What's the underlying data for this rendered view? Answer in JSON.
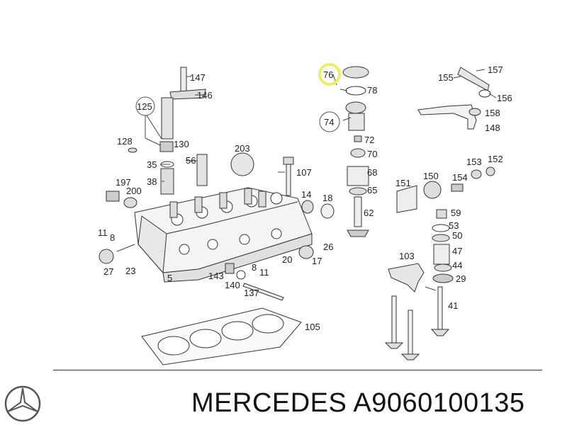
{
  "footer": {
    "brand": "MERCEDES",
    "part_number": "A9060100135"
  },
  "labels": {
    "c147": "147",
    "c146": "146",
    "c125": "125",
    "c128": "128",
    "c130": "130",
    "c35": "35",
    "c38": "38",
    "c197": "197",
    "c200": "200",
    "c56": "56",
    "c203": "203",
    "c107": "107",
    "c11a": "11",
    "c8a": "8",
    "c27": "27",
    "c23": "23",
    "c5": "5",
    "c143": "143",
    "c140": "140",
    "c137": "137",
    "c8b": "8",
    "c11b": "11",
    "c20": "20",
    "c14": "14",
    "c18": "18",
    "c26": "26",
    "c17": "17",
    "c105": "105",
    "c76": "76",
    "c78": "78",
    "c74": "74",
    "c72": "72",
    "c70": "70",
    "c68": "68",
    "c65": "65",
    "c62": "62",
    "c155": "155",
    "c157": "157",
    "c156": "156",
    "c158": "158",
    "c148": "148",
    "c153": "153",
    "c152": "152",
    "c151": "151",
    "c150": "150",
    "c154": "154",
    "c59": "59",
    "c53": "53",
    "c50": "50",
    "c47": "47",
    "c44": "44",
    "c29": "29",
    "c103": "103",
    "c41": "41"
  },
  "colors": {
    "highlight": "#f0ec6a",
    "line": "#333333"
  },
  "icons": {
    "logo": "mercedes-star-icon"
  }
}
